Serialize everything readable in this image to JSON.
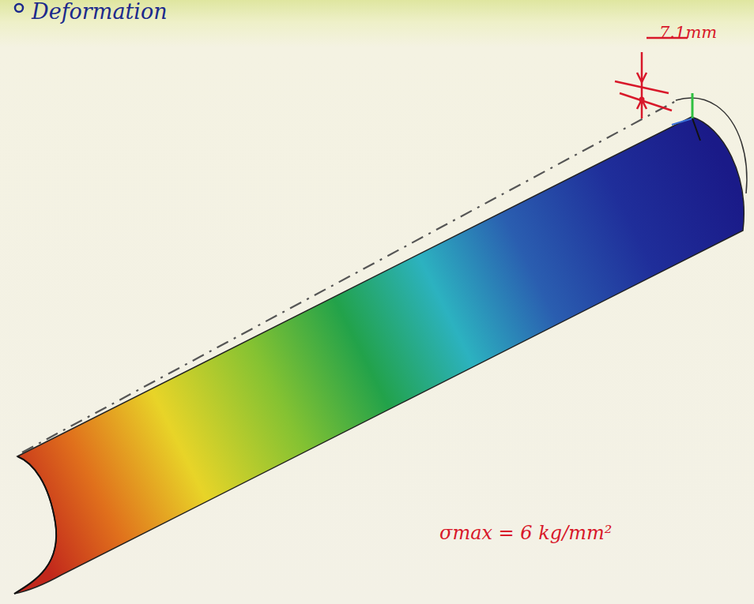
{
  "diagram": {
    "title": "Deformation",
    "labels": [
      "7.1mm",
      "σmax = 6 kg/mm²"
    ]
  }
}
